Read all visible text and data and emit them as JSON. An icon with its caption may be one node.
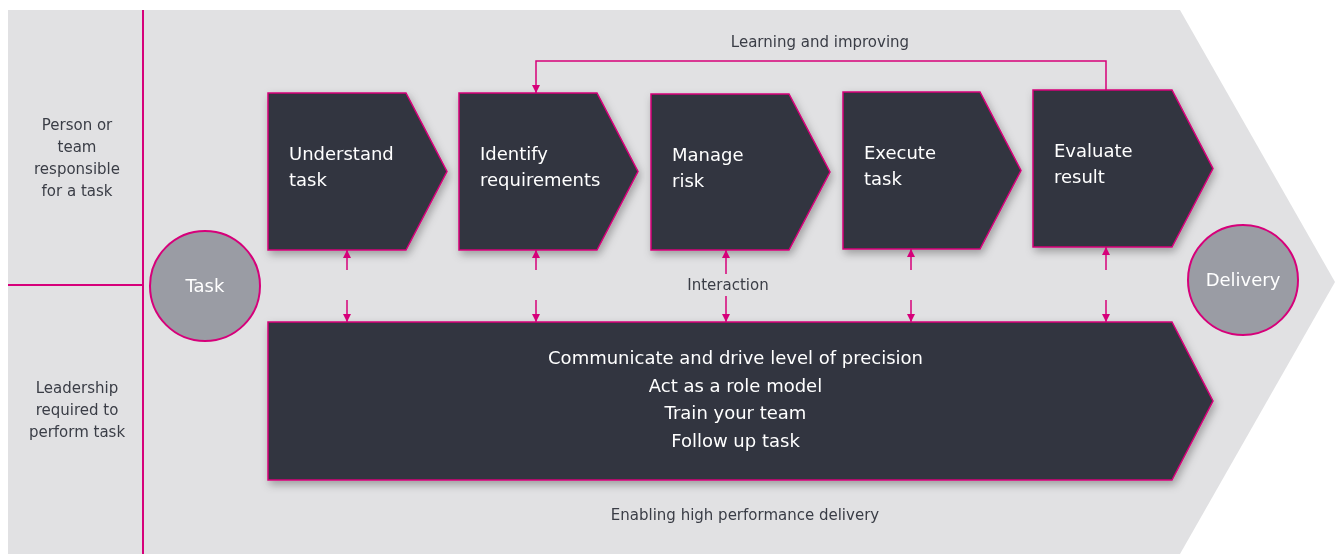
{
  "diagram": {
    "nodes": [
      {
        "text": [
          "Task"
        ]
      },
      {
        "text": [
          "Understand task"
        ]
      },
      {
        "text": [
          "Identify requirements"
        ]
      },
      {
        "text": [
          "Manage risk"
        ]
      },
      {
        "text": [
          "Execute task"
        ]
      },
      {
        "text": [
          "Evaluate result"
        ]
      },
      {
        "text": [
          "Delivery"
        ]
      },
      {
        "text": [
          "Communicate and drive level of precision",
          "Act as a role model",
          "Train your team",
          "Follow up task"
        ]
      },
      {
        "text": [
          "Interaction"
        ]
      }
    ],
    "edges": [
      {
        "from": 5,
        "to": 2,
        "arrow": "to"
      },
      {
        "from": null,
        "to": 1,
        "arrow": "to"
      },
      {
        "from": null,
        "to": 7,
        "arrow": "to"
      },
      {
        "from": null,
        "to": 2,
        "arrow": "to"
      },
      {
        "from": null,
        "to": 7,
        "arrow": "to"
      },
      {
        "from": 8,
        "to": 3,
        "arrow": "to"
      },
      {
        "from": 8,
        "to": 7,
        "arrow": "to"
      },
      {
        "from": null,
        "to": 4,
        "arrow": "to"
      },
      {
        "from": null,
        "to": 7,
        "arrow": "to"
      },
      {
        "from": null,
        "to": 5,
        "arrow": "to"
      },
      {
        "from": null,
        "to": 7,
        "arrow": "to"
      }
    ],
    "labels": [
      "Learning and improving",
      "Person or team responsible for a task",
      "Leadership required to perform task",
      "Enabling high performance delivery"
    ]
  }
}
